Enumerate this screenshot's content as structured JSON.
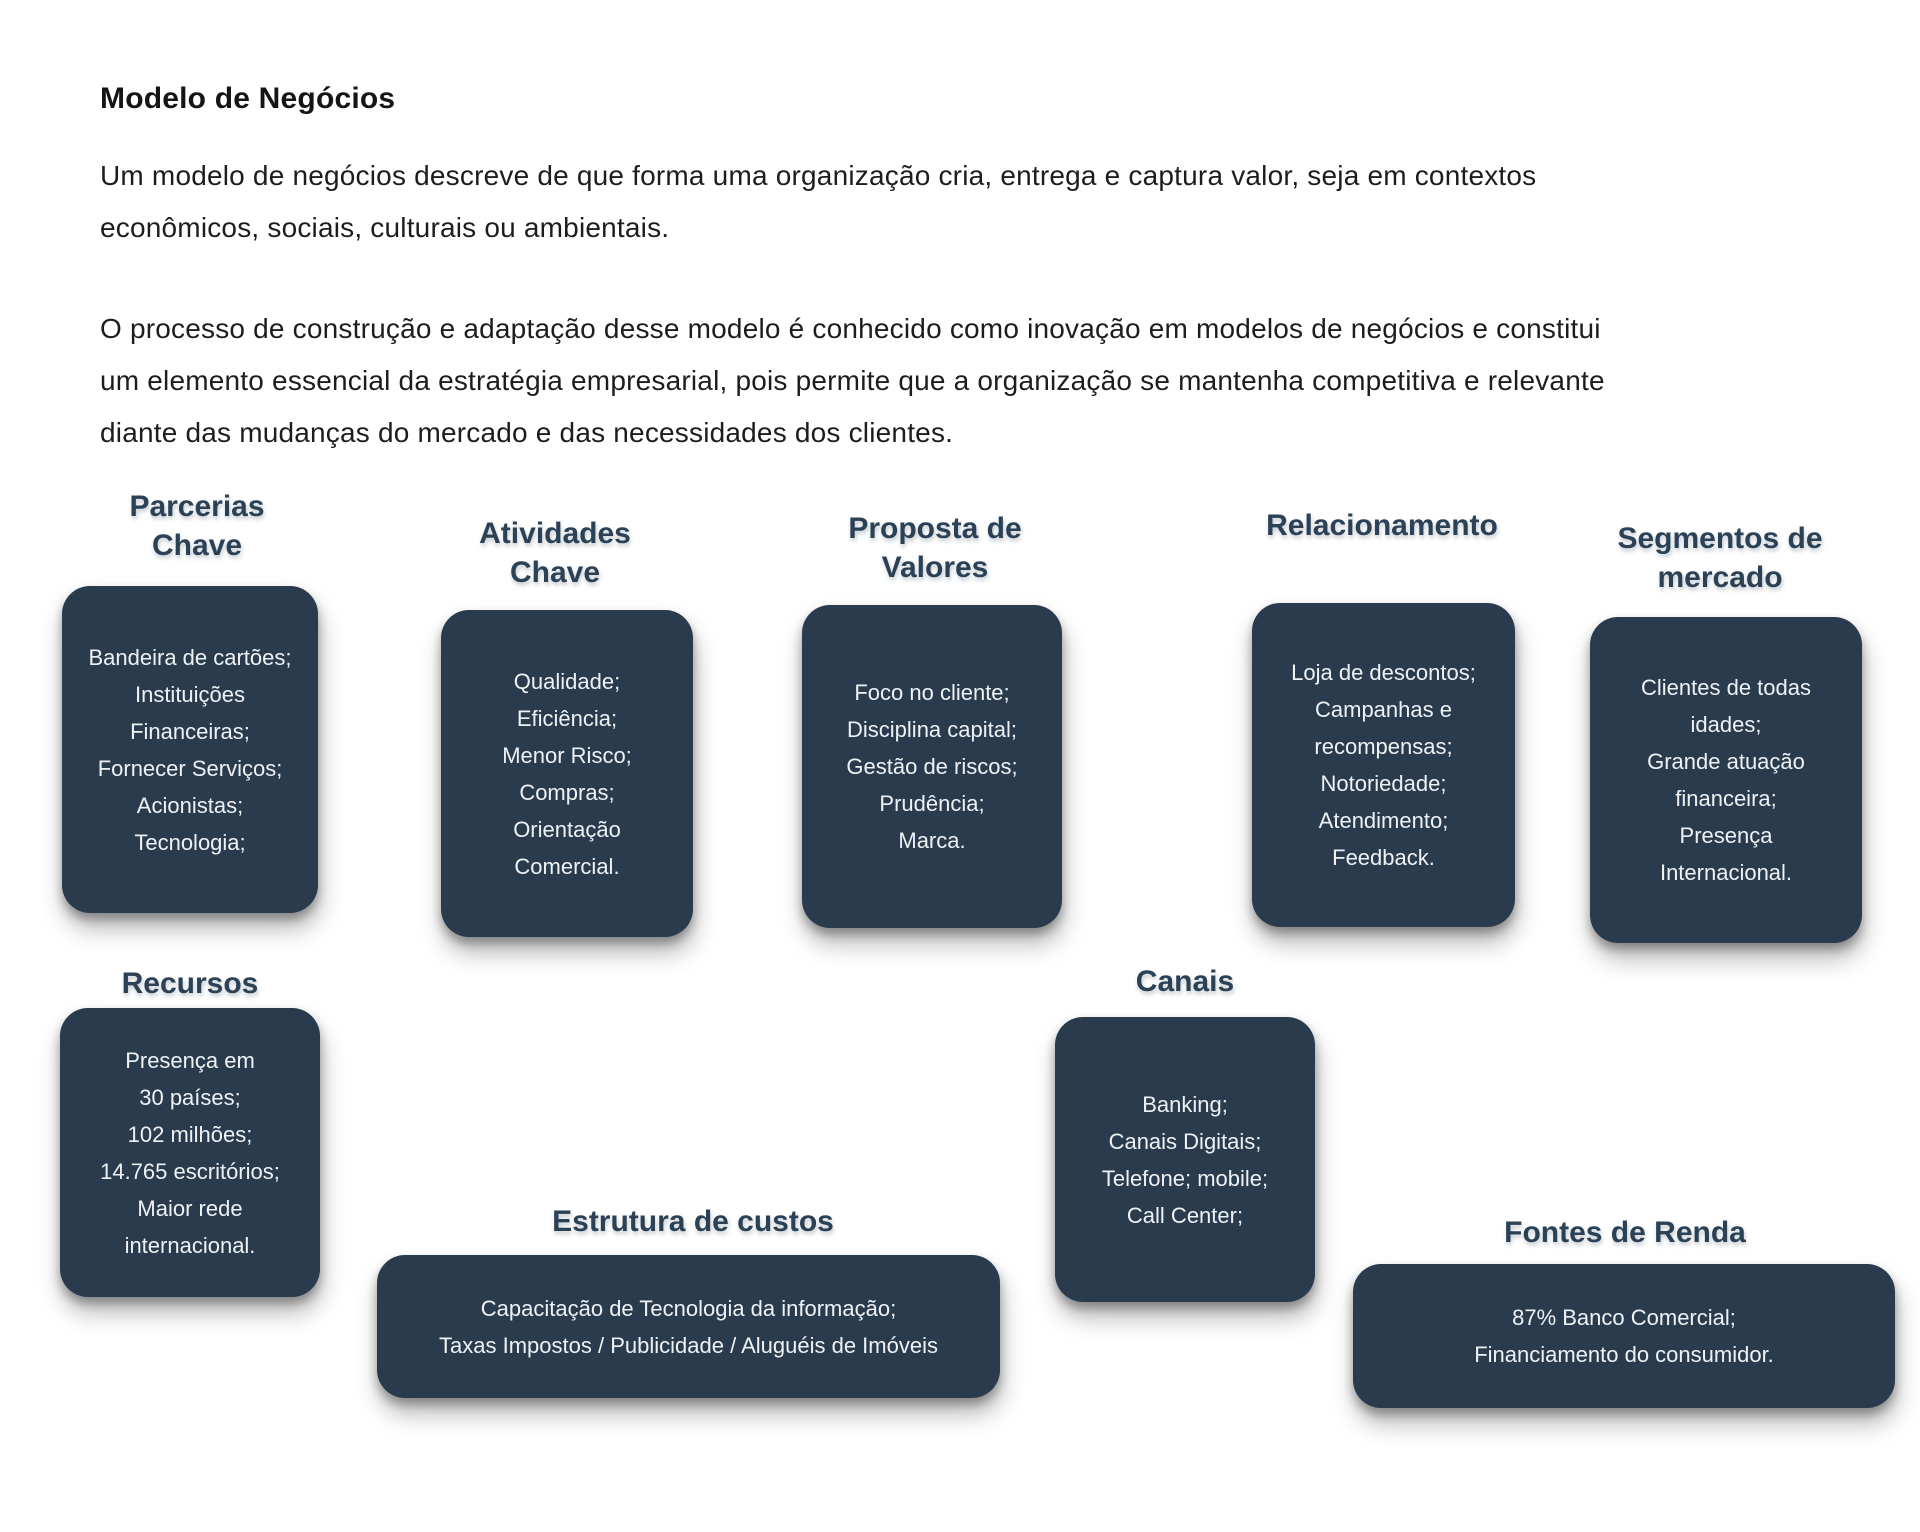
{
  "document": {
    "title": "Modelo de Negócios",
    "paragraphs": [
      "Um modelo de negócios descreve de que forma uma organização cria, entrega e captura valor, seja em contextos\neconômicos, sociais, culturais ou ambientais.",
      "O processo de construção e adaptação desse modelo é conhecido como inovação em modelos de negócios e constitui\num elemento essencial da estratégia empresarial, pois permite que a organização se mantenha competitiva e relevante\ndiante das mudanças do mercado e das necessidades dos clientes."
    ]
  },
  "colors": {
    "background": "#ffffff",
    "box_fill": "#293b4d",
    "heading_text": "#2b4156",
    "box_text": "#eef2f5",
    "body_text": "#1d1d1d"
  },
  "canvas": {
    "parcerias": {
      "heading": "Parcerias\nChave",
      "items": [
        "Bandeira de cartões;",
        "Instituições\nFinanceiras;",
        "Fornecer Serviços;",
        "Acionistas;",
        "Tecnologia;"
      ]
    },
    "atividades": {
      "heading": "Atividades\nChave",
      "items": [
        "Qualidade;",
        "Eficiência;",
        "Menor Risco;",
        "Compras;",
        "Orientação\nComercial."
      ]
    },
    "proposta": {
      "heading": "Proposta de\nValores",
      "items": [
        "Foco no cliente;",
        "Disciplina capital;",
        "Gestão de riscos;",
        "Prudência;",
        "Marca."
      ]
    },
    "relacionamento": {
      "heading": "Relacionamento",
      "items": [
        "Loja de descontos;",
        "Campanhas e\nrecompensas;",
        "Notoriedade;",
        "Atendimento;",
        "Feedback."
      ]
    },
    "segmentos": {
      "heading": "Segmentos de\nmercado",
      "items": [
        "Clientes de todas\nidades;",
        "Grande atuação\nfinanceira;",
        "Presença\nInternacional."
      ]
    },
    "recursos": {
      "heading": "Recursos",
      "items": [
        "Presença em\n30 países;",
        "102 milhões;",
        "14.765 escritórios;",
        "Maior rede\ninternacional."
      ]
    },
    "canais": {
      "heading": "Canais",
      "items": [
        "Banking;",
        "Canais Digitais;",
        "Telefone; mobile;",
        "Call Center;"
      ]
    },
    "estrutura": {
      "heading": "Estrutura de custos",
      "items": [
        "Capacitação de Tecnologia da informação;",
        "Taxas Impostos / Publicidade / Aluguéis de Imóveis"
      ]
    },
    "fontes": {
      "heading": "Fontes de Renda",
      "items": [
        "87% Banco Comercial;",
        "Financiamento do consumidor."
      ]
    }
  }
}
